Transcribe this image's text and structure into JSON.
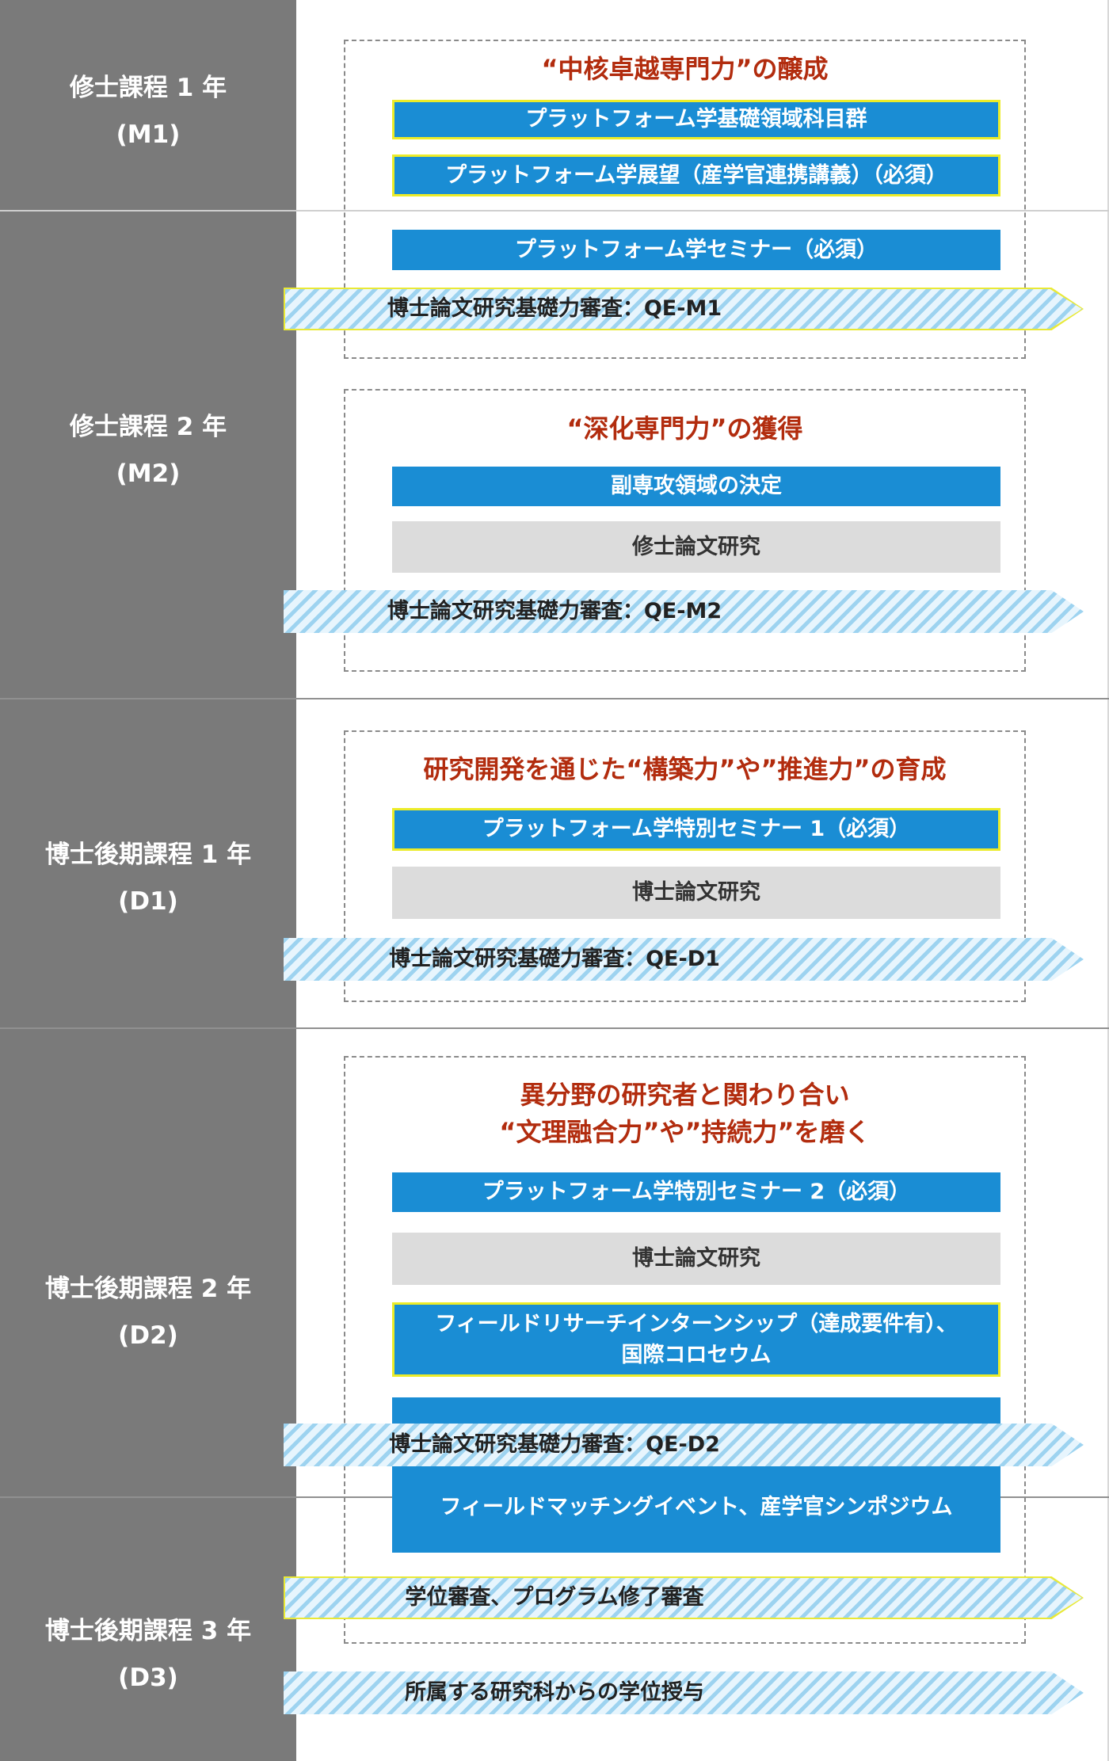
{
  "years": [
    {
      "name": "修士課程 1 年",
      "code": "(M1)"
    },
    {
      "name": "修士課程 2 年",
      "code": "(M2)"
    },
    {
      "name": "博士後期課程 1 年",
      "code": "(D1)"
    },
    {
      "name": "博士後期課程 2 年",
      "code": "(D2)"
    },
    {
      "name": "博士後期課程 3 年",
      "code": "(D3)"
    }
  ],
  "sections": {
    "s1": {
      "heading": "“中核卓越専門力”の醸成",
      "box1": "プラットフォーム学基礎領域科目群",
      "box2": "プラットフォーム学展望（産学官連携講義）（必須）",
      "box3": "プラットフォーム学セミナー（必須）"
    },
    "s2": {
      "heading": "“深化専門力”の獲得",
      "box1": "副専攻領域の決定",
      "box2": "修士論文研究"
    },
    "s3": {
      "heading": "研究開発を通じた“構築力”や”推進力”の育成",
      "box1": "プラットフォーム学特別セミナー 1（必須）",
      "box2": "博士論文研究"
    },
    "s4": {
      "heading_line1": "異分野の研究者と関わり合い",
      "heading_line2": "“文理融合力”や”持続力”を磨く",
      "box1": "プラットフォーム学特別セミナー 2（必須）",
      "box2": "博士論文研究",
      "box3_line1": "フィールドリサーチインターンシップ（達成要件有）、",
      "box3_line2": "国際コロセウム",
      "box4": "フィールドマッチングイベント、産学官シンポジウム"
    }
  },
  "arrows": {
    "qe_m1": "博士論文研究基礎力審査：QE-M1",
    "qe_m2": "博士論文研究基礎力審査：QE-M2",
    "qe_d1": "博士論文研究基礎力審査：QE-D1",
    "qe_d2": "博士論文研究基礎力審査：QE-D2",
    "degree_review": "学位審査、プログラム修了審査",
    "degree_award": "所属する研究科からの学位授与"
  },
  "colors": {
    "left_column": "#7a7a7a",
    "heading": "#b22c0e",
    "blue_box": "#1a8dd4",
    "yellow_outline": "#ecec28",
    "gray_box": "#dcdcdc",
    "arrow_stripe": "#9dd3f0"
  }
}
